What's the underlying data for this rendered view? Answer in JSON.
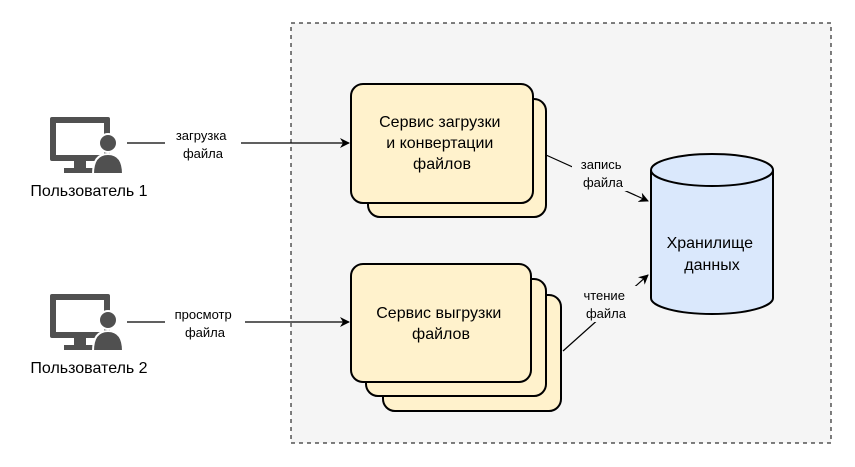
{
  "diagram": {
    "users": [
      {
        "label": "Пользователь 1",
        "icon": "user-workstation-icon"
      },
      {
        "label": "Пользователь 2",
        "icon": "user-workstation-icon"
      }
    ],
    "services": [
      {
        "lines": [
          "Сервис загрузки",
          "и конвертации",
          "файлов"
        ]
      },
      {
        "lines": [
          "Сервис выгрузки",
          "файлов"
        ]
      }
    ],
    "storage": {
      "lines": [
        "Хранилище",
        "данных"
      ]
    },
    "edges": {
      "upload": [
        "загрузка",
        "файла"
      ],
      "view": [
        "просмотр",
        "файла"
      ],
      "write": [
        "запись",
        "файла"
      ],
      "read": [
        "чтение",
        "файла"
      ]
    },
    "colors": {
      "service_fill": "#fff2cc",
      "storage_fill": "#dae8fc",
      "boundary_fill": "#f5f5f5",
      "icon": "#505050"
    }
  }
}
